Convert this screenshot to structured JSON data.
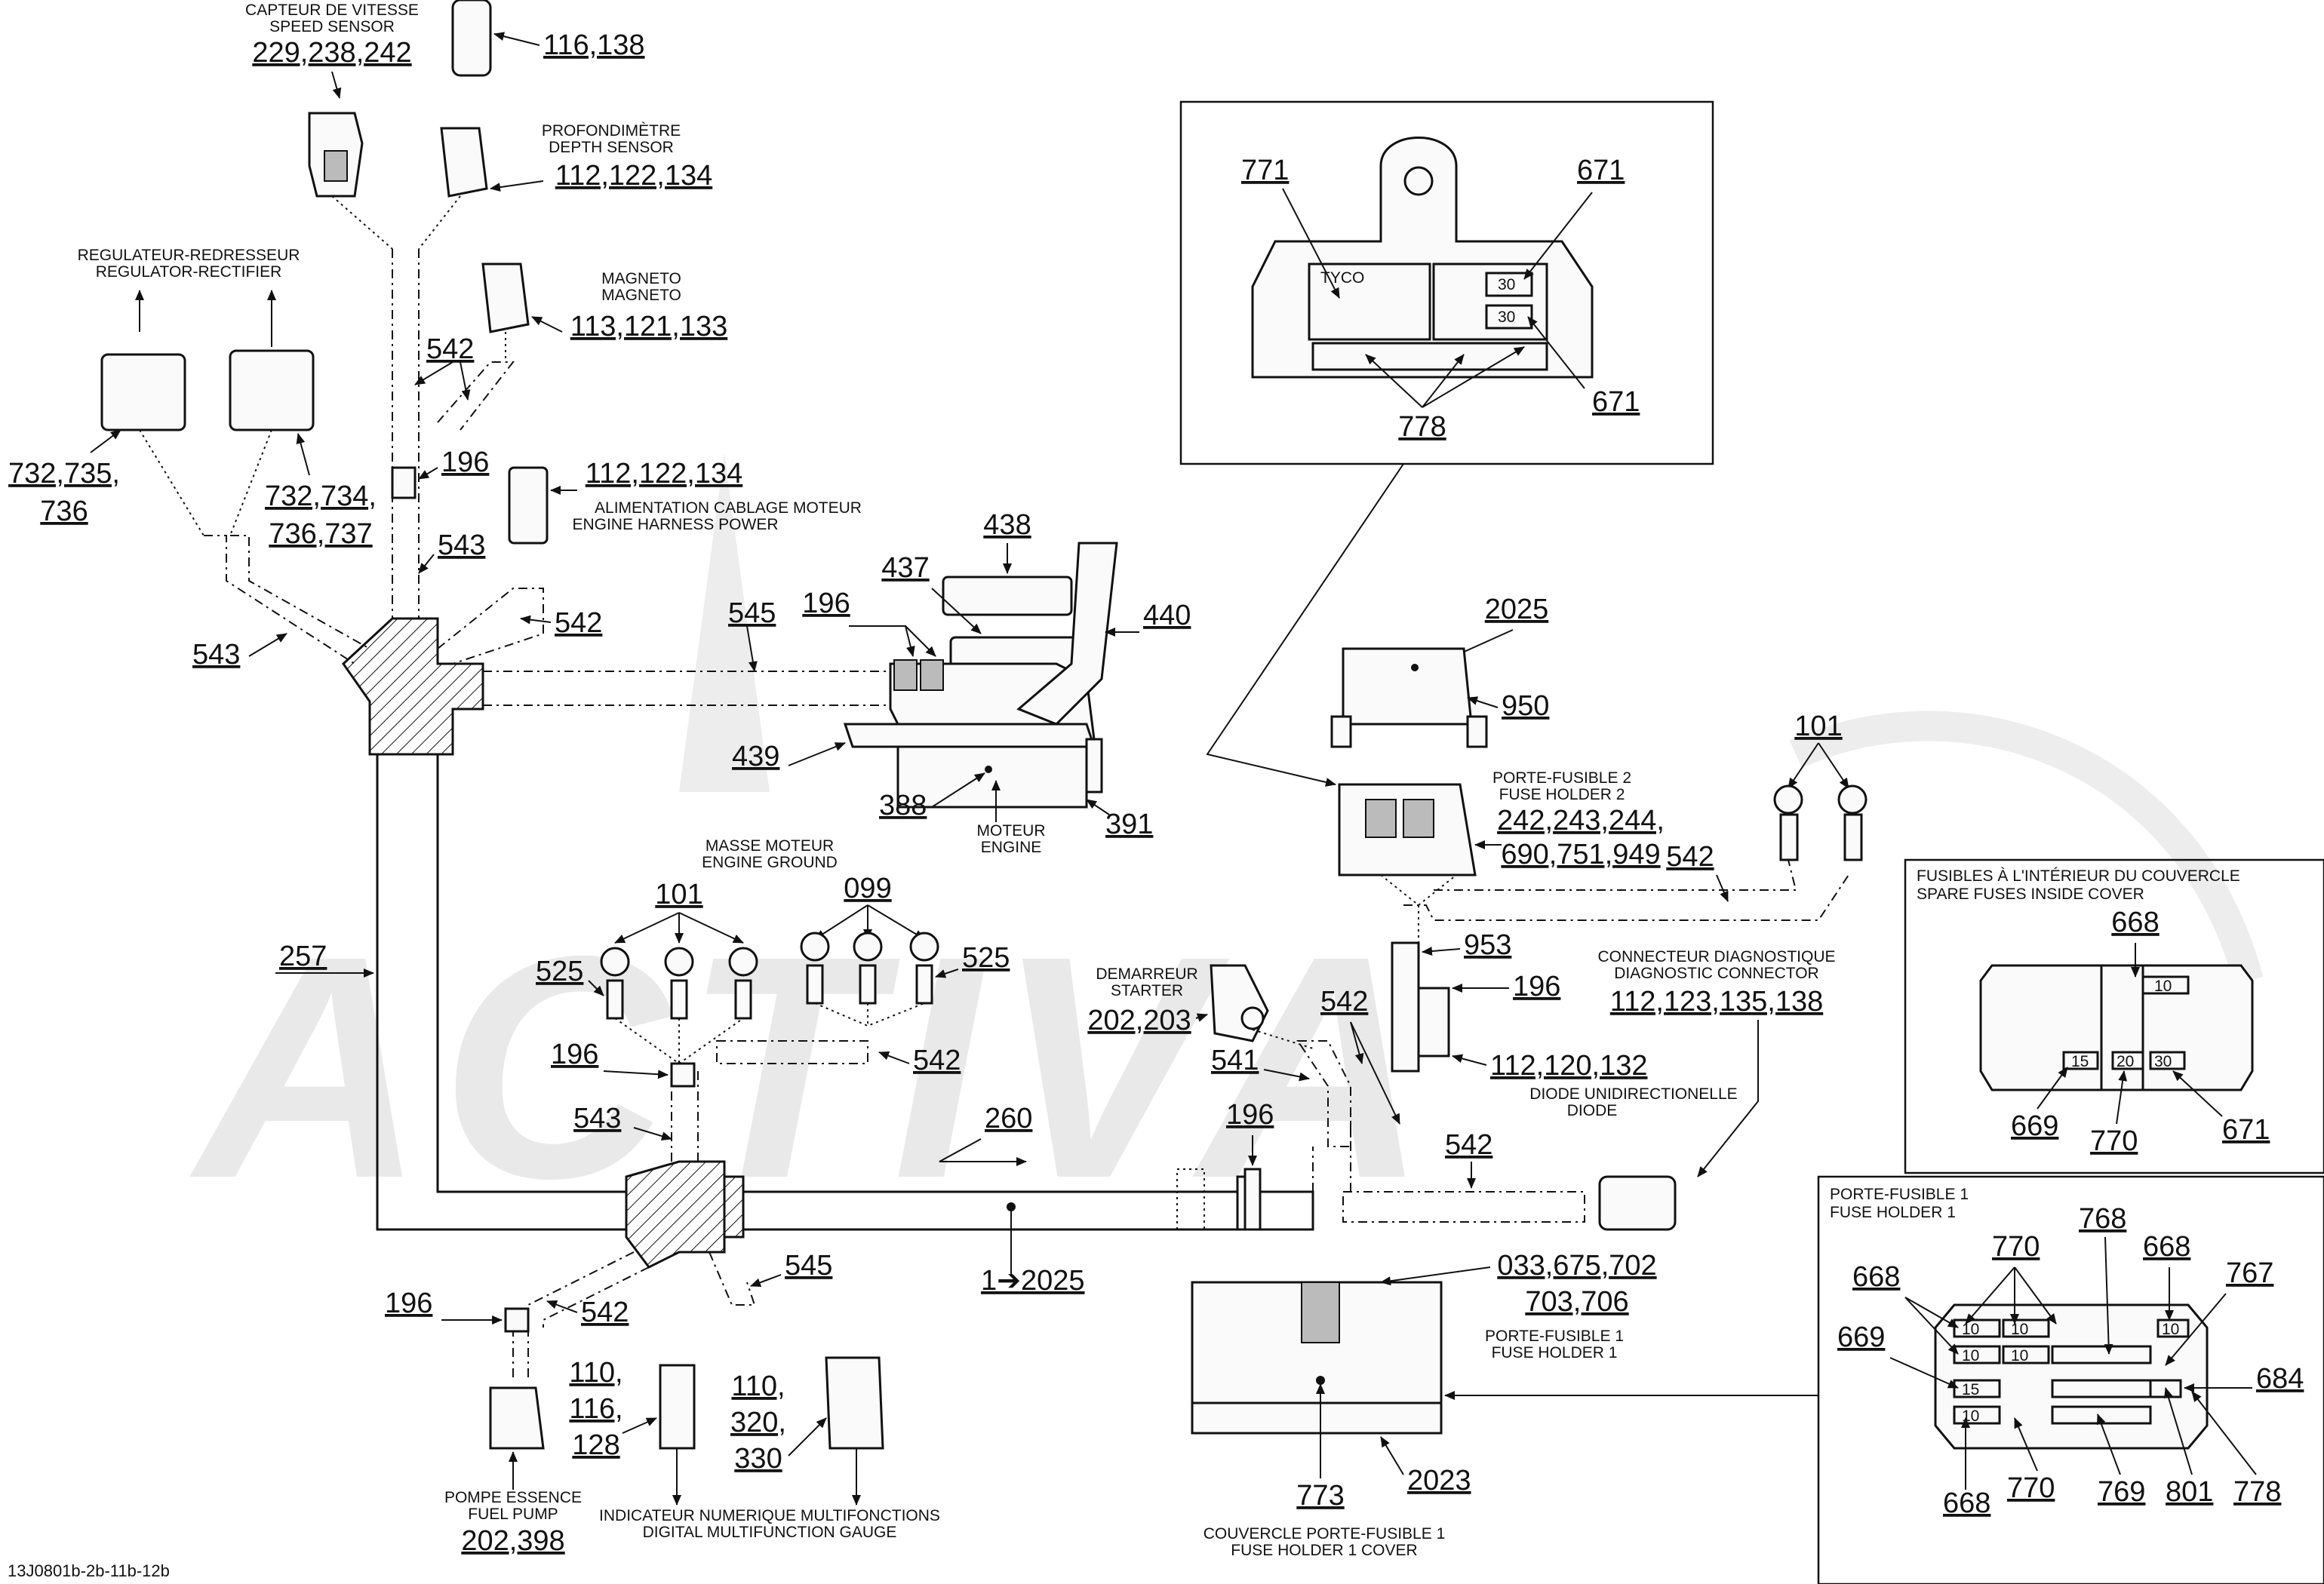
{
  "watermark": "ACTIVA",
  "footer_ref": "13J0801b-2b-11b-12b",
  "callouts": {
    "c116_138": "116,138",
    "c229_238_242": "229,238,242",
    "c112_122_134_depth": "112,122,134",
    "c113_121_133": "113,121,133",
    "c542_mag": "542",
    "c196_top": "196",
    "c112_122_134_power": "112,122,134",
    "c543_top": "543",
    "c542_power": "542",
    "c543_left": "543",
    "c732_735_line1": "732,735,",
    "c732_735_line2": "736",
    "c732_734_line1": "732,734,",
    "c732_734_line2": "736,737",
    "c438": "438",
    "c437": "437",
    "c196_engine": "196",
    "c545_top": "545",
    "c440": "440",
    "c439": "439",
    "c388": "388",
    "c391": "391",
    "c257": "257",
    "c101_ground": "101",
    "c099": "099",
    "c525_left": "525",
    "c525_right": "525",
    "c196_mid": "196",
    "c542_ground": "542",
    "c543_mid": "543",
    "c260": "260",
    "c1_2025": "1➔2025",
    "c196_bottom": "196",
    "c542_bottom": "542",
    "c545_bottom": "545",
    "c110_116_l1": "110,",
    "c110_116_l2": "116,",
    "c110_116_l3": "128",
    "c110_320_l1": "110,",
    "c110_320_l2": "320,",
    "c110_320_l3": "330",
    "c202_398": "202,398",
    "c202_203": "202,203",
    "c541": "541",
    "c542_starter": "542",
    "c196_starter": "196",
    "c2025": "2025",
    "c950": "950",
    "c242_list_l1": "242,243,244,",
    "c242_list_l2": "690,751,949",
    "c101_right": "101",
    "c542_right": "542",
    "c953": "953",
    "c196_diode": "196",
    "c112_120_132": "112,120,132",
    "c542_diag": "542",
    "c112_123_135_138": "112,123,135,138",
    "c033_list_l1": "033,675,702",
    "c033_list_l2": "703,706",
    "c773": "773",
    "c2023": "2023",
    "c771": "771",
    "c671_top": "671",
    "c671_bottom": "671",
    "c778_inset": "778",
    "c668_spare": "668",
    "c669_spare": "669",
    "c770_spare": "770",
    "c671_spare": "671",
    "c768": "768",
    "c770_fh": "770",
    "c668_fh_left": "668",
    "c668_fh_right": "668",
    "c767": "767",
    "c669_fh": "669",
    "c684": "684",
    "c668_fh_bottom": "668",
    "c770_fh_bottom": "770",
    "c769": "769",
    "c801": "801",
    "c778_fh": "778"
  },
  "labels": {
    "speed_sensor_fr": "CAPTEUR DE VITESSE",
    "speed_sensor_en": "SPEED SENSOR",
    "depth_fr": "PROFONDIMÈTRE",
    "depth_en": "DEPTH SENSOR",
    "magneto_fr": "MAGNETO",
    "magneto_en": "MAGNETO",
    "regulator_fr": "REGULATEUR-REDRESSEUR",
    "regulator_en": "REGULATOR-RECTIFIER",
    "power_fr": "ALIMENTATION CABLAGE MOTEUR",
    "power_en": "ENGINE HARNESS POWER",
    "engine_fr": "MOTEUR",
    "engine_en": "ENGINE",
    "ground_fr": "MASSE MOTEUR",
    "ground_en": "ENGINE GROUND",
    "starter_fr": "DEMARREUR",
    "starter_en": "STARTER",
    "fuelpump_fr": "POMPE ESSENCE",
    "fuelpump_en": "FUEL PUMP",
    "gauge_fr": "INDICATEUR NUMERIQUE MULTIFONCTIONS",
    "gauge_en": "DIGITAL MULTIFUNCTION GAUGE",
    "fh2_fr": "PORTE-FUSIBLE 2",
    "fh2_en": "FUSE HOLDER 2",
    "diag_fr": "CONNECTEUR DIAGNOSTIQUE",
    "diag_en": "DIAGNOSTIC CONNECTOR",
    "diode_fr": "DIODE UNIDIRECTIONELLE",
    "diode_en": "DIODE",
    "fh1_fr": "PORTE-FUSIBLE 1",
    "fh1_en": "FUSE HOLDER 1",
    "fh1cover_fr": "COUVERCLE PORTE-FUSIBLE 1",
    "fh1cover_en": "FUSE HOLDER 1 COVER",
    "spare_fr": "FUSIBLES À L'INTÉRIEUR DU COUVERCLE",
    "spare_en": "SPARE FUSES INSIDE COVER",
    "fh1_box_fr": "PORTE-FUSIBLE 1",
    "fh1_box_en": "FUSE HOLDER 1"
  },
  "fuse_marks": {
    "relay_30": "30",
    "tyco": "TYCO",
    "spare_15": "15",
    "spare_20": "20",
    "spare_30": "30",
    "spare_10": "10",
    "fh_10": "10",
    "fh_15": "15"
  }
}
